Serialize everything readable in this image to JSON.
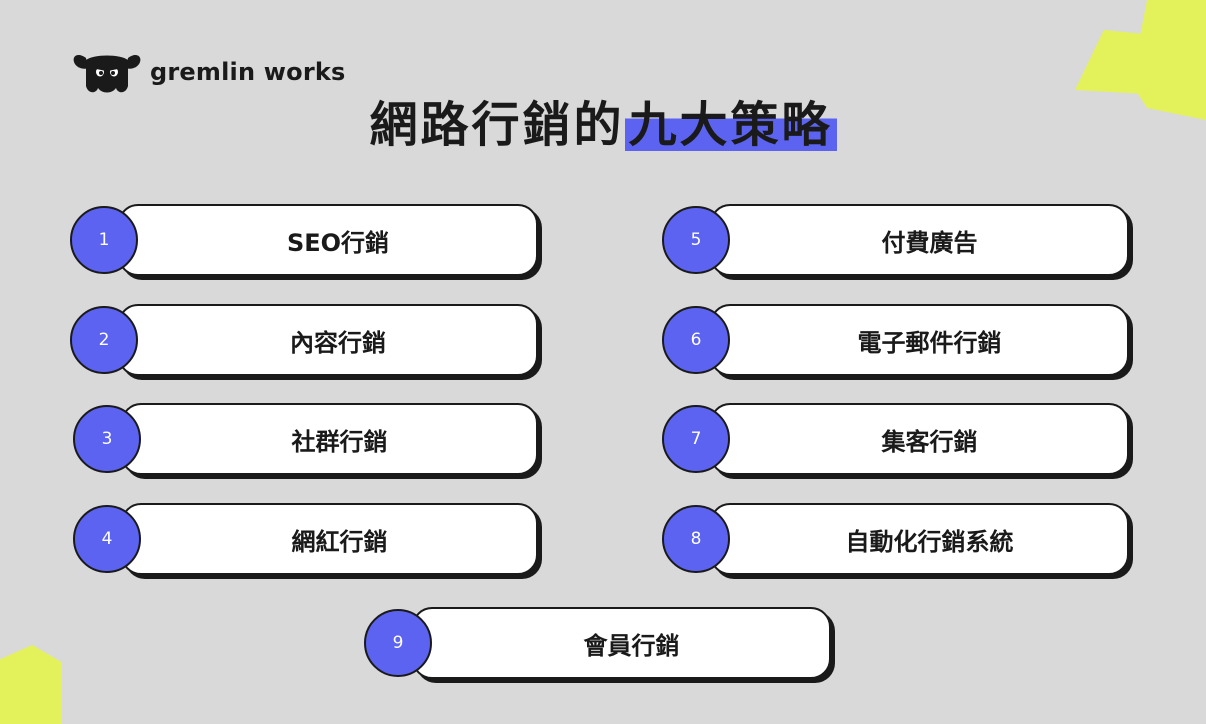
{
  "brand": {
    "name": "gremlin works"
  },
  "title": {
    "part1": "網路行銷的",
    "part2": "九大策略"
  },
  "items": [
    {
      "number": "1",
      "label": "SEO行銷"
    },
    {
      "number": "2",
      "label": "內容行銷"
    },
    {
      "number": "3",
      "label": "社群行銷"
    },
    {
      "number": "4",
      "label": "網紅行銷"
    },
    {
      "number": "5",
      "label": "付費廣告"
    },
    {
      "number": "6",
      "label": "電子郵件行銷"
    },
    {
      "number": "7",
      "label": "集客行銷"
    },
    {
      "number": "8",
      "label": "自動化行銷系統"
    },
    {
      "number": "9",
      "label": "會員行銷"
    }
  ],
  "colors": {
    "background": "#d9d9d9",
    "accent": "#5b63f0",
    "decoration": "#e3f25b",
    "ink": "#1a1a1a"
  },
  "icons": {
    "logo": "gremlin-face-icon"
  }
}
